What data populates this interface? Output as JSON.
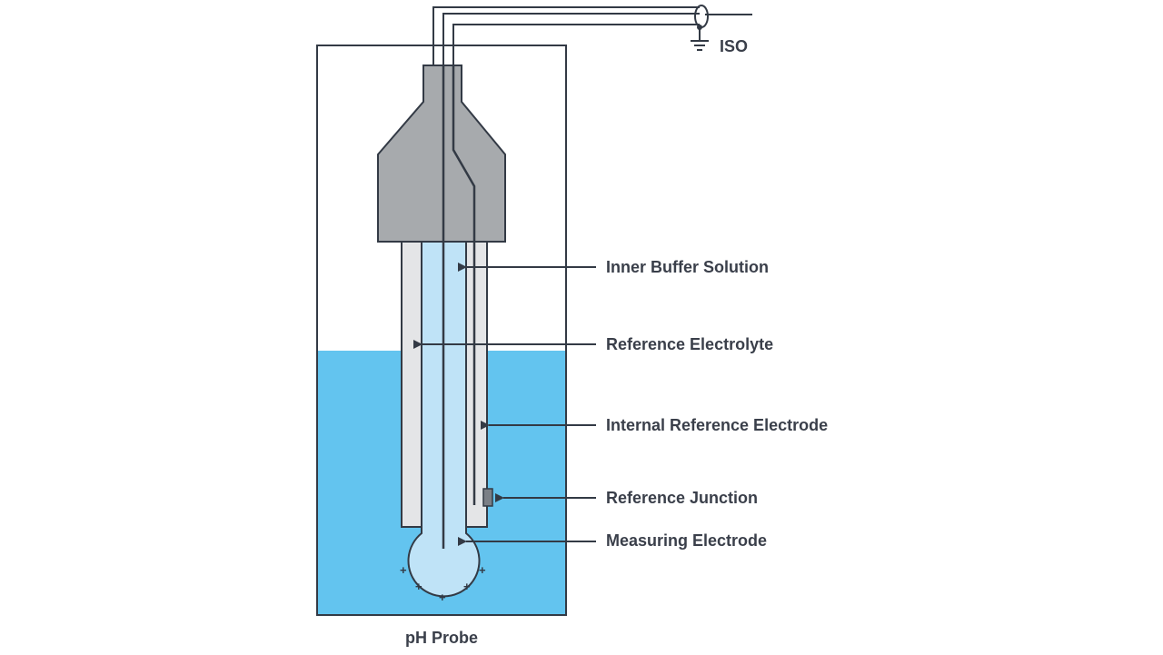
{
  "labels": {
    "iso": "ISO",
    "inner_buffer_solution": "Inner Buffer Solution",
    "reference_electrolyte": "Reference Electrolyte",
    "internal_reference_electrode": "Internal Reference Electrode",
    "reference_junction": "Reference Junction",
    "measuring_electrode": "Measuring Electrode",
    "caption": "pH Probe"
  },
  "charge_symbol": "+",
  "colors": {
    "solution": "#63c4ef",
    "probe_cap": "#a7aaad",
    "outer_tube": "#e4e5e7",
    "inner_tube": "#bfe3f7",
    "outline": "#333a45",
    "text": "#3a3f4a"
  },
  "icons": {
    "ground": "ground-icon"
  }
}
